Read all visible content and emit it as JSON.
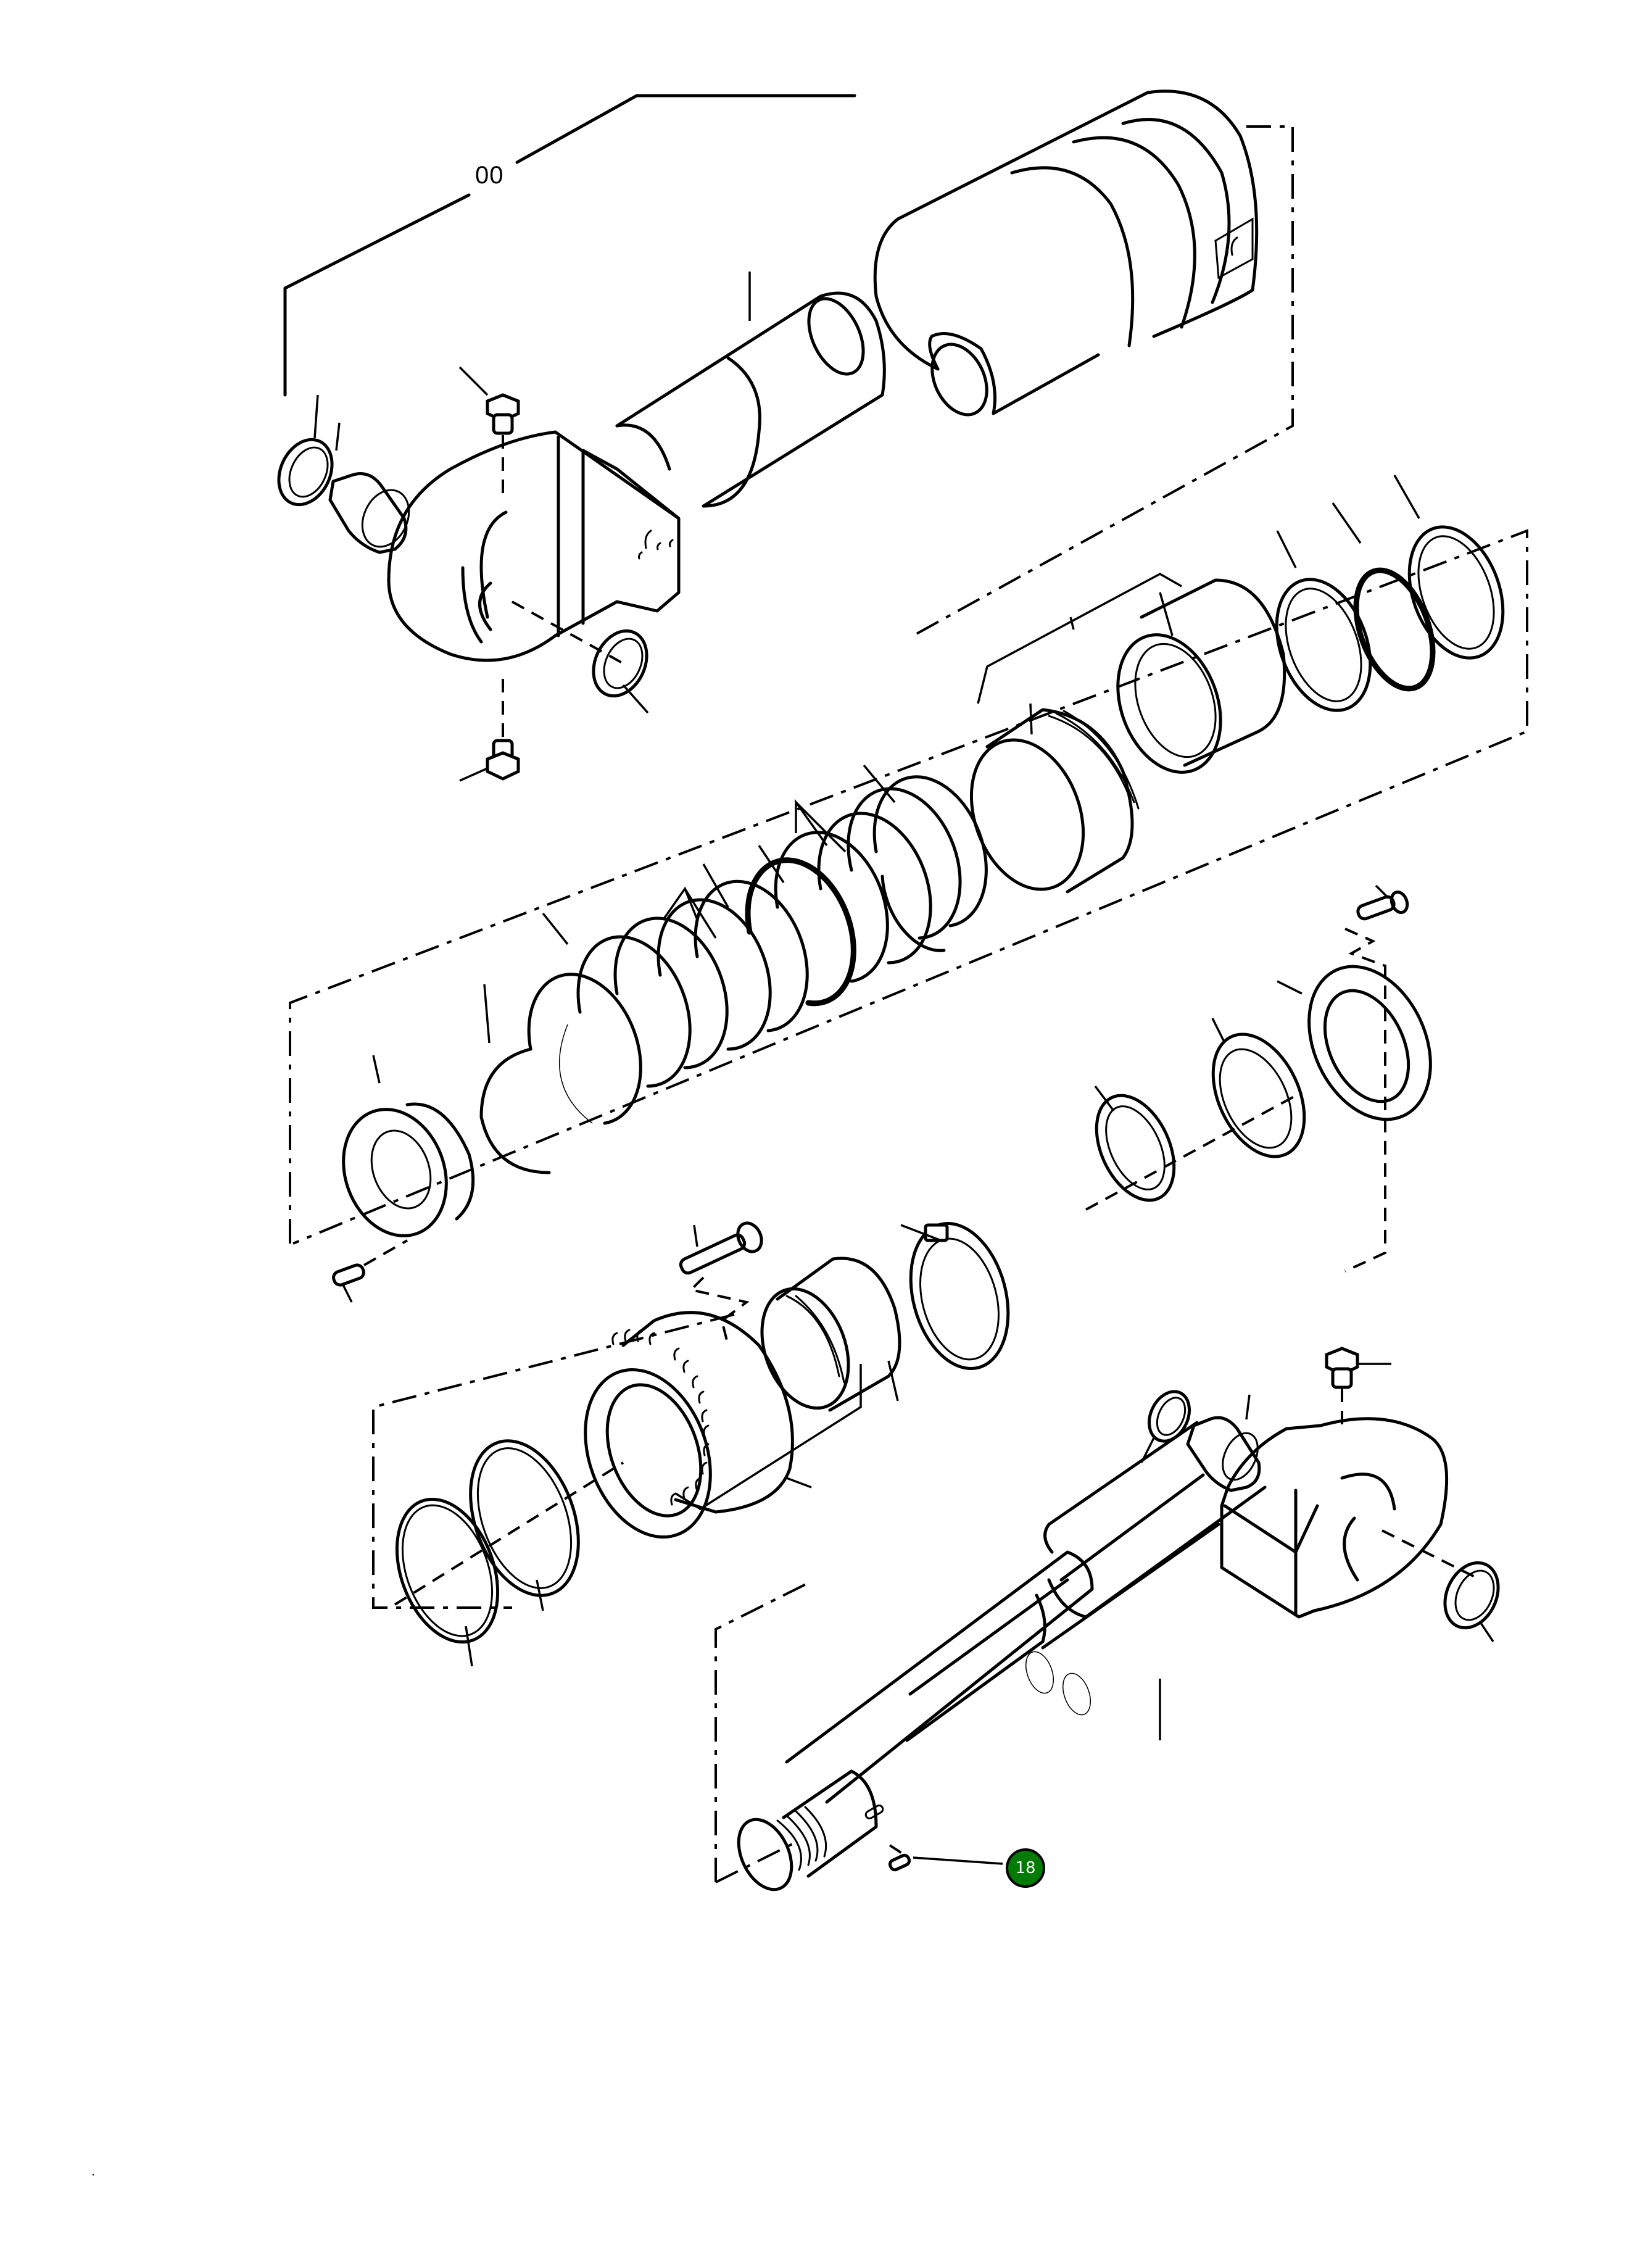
{
  "diagram": {
    "type": "exploded-parts-view",
    "subject": "hydraulic cylinder assembly",
    "group_label": "00",
    "callouts": [
      {
        "number": "18",
        "color": "#007a00",
        "text_color": "#ffffff",
        "border_color": "#000000",
        "target": "key"
      }
    ],
    "sections": [
      "cylinder tube with head end eye, bushing, seals and grease fittings",
      "piston with seal rings, wear rings and backup rings",
      "piston nut, set screw and snap rings",
      "cylinder head (gland) with bushing, seals, bolt and retainer ring",
      "piston rod with rod eye, bushings, dust seals, grease fitting and key"
    ]
  }
}
